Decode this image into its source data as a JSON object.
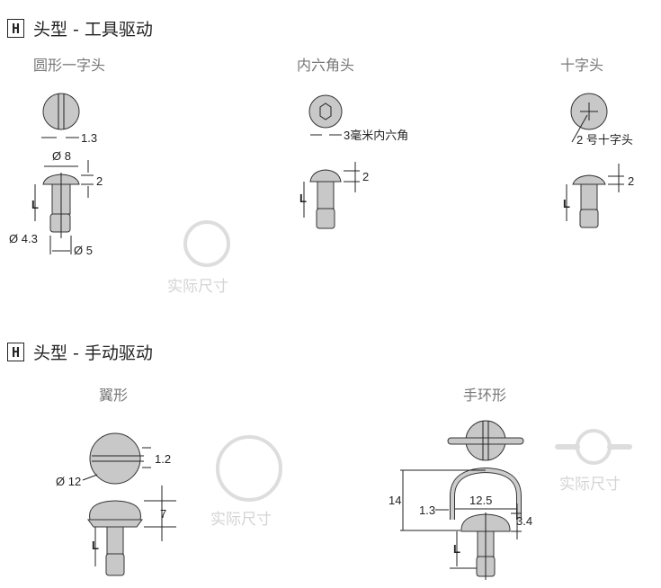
{
  "sections": [
    {
      "badge": "H",
      "title": "头型 - 工具驱动",
      "types": [
        {
          "name": "圆形一字头",
          "dims": {
            "slot": "1.3",
            "head_dia": "Ø 8",
            "head_h": "2",
            "length": "L",
            "shank_dia": "Ø 4.3",
            "end_dia": "Ø 5"
          }
        },
        {
          "name": "内六角头",
          "dims": {
            "hex": "3毫米内六角",
            "head_h": "2",
            "length": "L"
          }
        },
        {
          "name": "十字头",
          "dims": {
            "cross": "2 号十字头",
            "head_h": "2",
            "length": "L"
          }
        }
      ],
      "actual_size_label": "实际尺寸"
    },
    {
      "badge": "H",
      "title": "头型 - 手动驱动",
      "types": [
        {
          "name": "翼形",
          "dims": {
            "slot": "1.2",
            "head_dia": "Ø 12",
            "head_h": "7",
            "length": "L"
          }
        },
        {
          "name": "手环形",
          "dims": {
            "height": "14",
            "ring_width": "12.5",
            "wire": "1.3",
            "head_h": "3.4",
            "length": "L"
          }
        }
      ],
      "actual_size_label": "实际尺寸"
    }
  ]
}
